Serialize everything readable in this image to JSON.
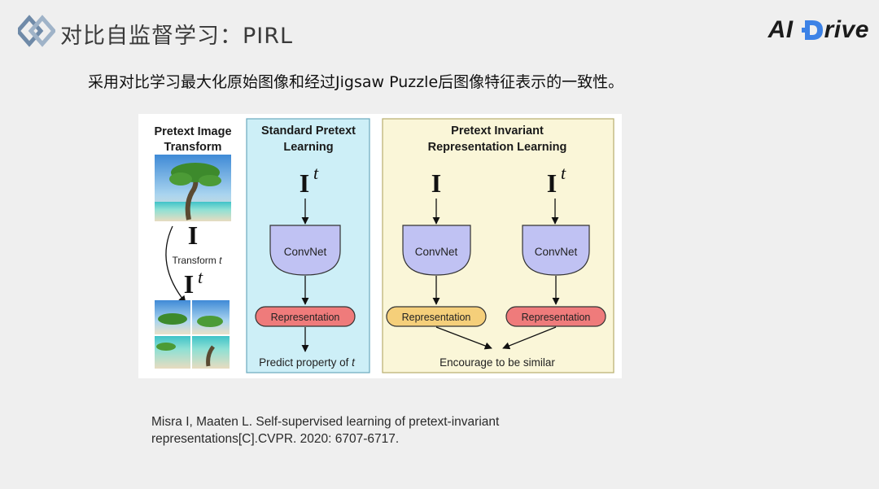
{
  "header": {
    "title": "对比自监督学习：PIRL",
    "brand": {
      "part1": "AI",
      "part2": "rive"
    }
  },
  "subtitle": "采用对比学习最大化原始图像和经过Jigsaw Puzzle后图像特征表示的一致性。",
  "figure": {
    "col1": {
      "title_line1": "Pretext Image",
      "title_line2": "Transform",
      "symbol": "I",
      "symbol_t": "I",
      "sup": "t",
      "transform_label": "Transform",
      "transform_var": "t"
    },
    "col2": {
      "title_line1": "Standard Pretext",
      "title_line2": "Learning",
      "symbol": "I",
      "sup": "t",
      "convnet": "ConvNet",
      "representation": "Representation",
      "caption": "Predict property of",
      "caption_var": "t"
    },
    "col3": {
      "title_line1": "Pretext Invariant",
      "title_line2": "Representation Learning",
      "symbol_left": "I",
      "symbol_right": "I",
      "sup": "t",
      "convnet_left": "ConvNet",
      "convnet_right": "ConvNet",
      "rep_left": "Representation",
      "rep_right": "Representation",
      "caption": "Encourage to be similar"
    },
    "colors": {
      "standard_panel": "#cdeff7",
      "invariant_panel": "#faf6d8",
      "convnet": "#c0c2f3",
      "rep_red": "#ef7b7b",
      "rep_yellow": "#f5cf7a"
    }
  },
  "citation": {
    "line1": "Misra I, Maaten L. Self-supervised learning of pretext-invariant",
    "line2": "representations[C].CVPR. 2020: 6707-6717."
  }
}
